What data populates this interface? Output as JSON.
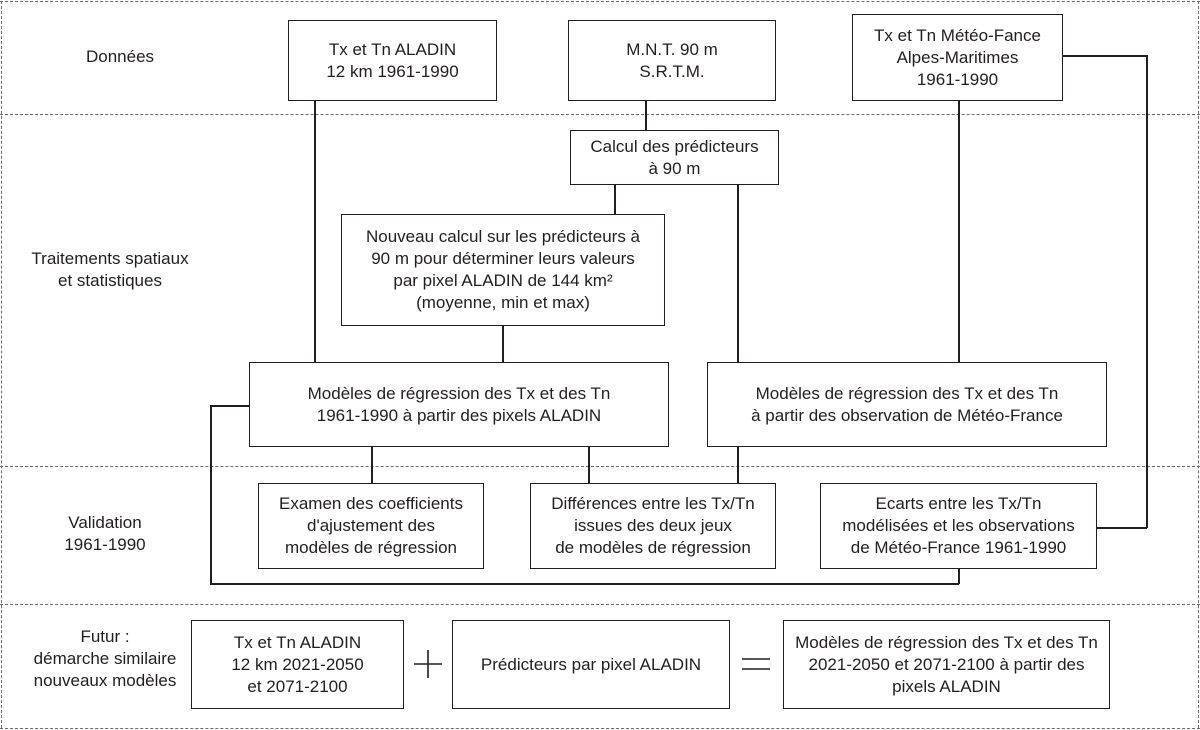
{
  "sections": {
    "donnees": "Données",
    "traitements": [
      "Traitements spatiaux",
      "et statistiques"
    ],
    "validation": [
      "Validation",
      "1961-1990"
    ],
    "futur": [
      "Futur :",
      "démarche similaire",
      "nouveaux modèles"
    ]
  },
  "boxes": {
    "aladin_data": [
      "Tx et Tn ALADIN",
      "12 km 1961-1990"
    ],
    "mnt": [
      "M.N.T. 90 m",
      "S.R.T.M."
    ],
    "meteo_france_data": [
      "Tx et Tn Météo-Fance",
      "Alpes-Maritimes",
      "1961-1990"
    ],
    "calcul_predicteurs": [
      "Calcul des prédicteurs",
      "à 90 m"
    ],
    "nouveau_calcul": [
      "Nouveau calcul sur les prédicteurs à",
      "90 m pour déterminer leurs valeurs",
      "par pixel ALADIN de 144 km²",
      "(moyenne, min et max)"
    ],
    "modeles_aladin": [
      "Modèles de régression des Tx et des Tn",
      "1961-1990 à partir des pixels ALADIN"
    ],
    "modeles_meteo": [
      "Modèles de régression des Tx et des Tn",
      "à partir des observation de Météo-France"
    ],
    "examen": [
      "Examen des coefficients",
      "d'ajustement des",
      "modèles de régression"
    ],
    "differences": [
      "Différences entre les Tx/Tn",
      "issues des deux jeux",
      "de modèles de régression"
    ],
    "ecarts": [
      "Ecarts entre les Tx/Tn",
      "modélisées et les observations",
      "de Météo-France 1961-1990"
    ],
    "futur_aladin": [
      "Tx et Tn ALADIN",
      "12 km 2021-2050",
      "et 2071-2100"
    ],
    "predicteurs_pixel": [
      "Prédicteurs par pixel ALADIN"
    ],
    "modeles_futur": [
      "Modèles de régression des Tx et des Tn",
      "2021-2050 et 2071-2100 à partir des",
      "pixels ALADIN"
    ]
  }
}
